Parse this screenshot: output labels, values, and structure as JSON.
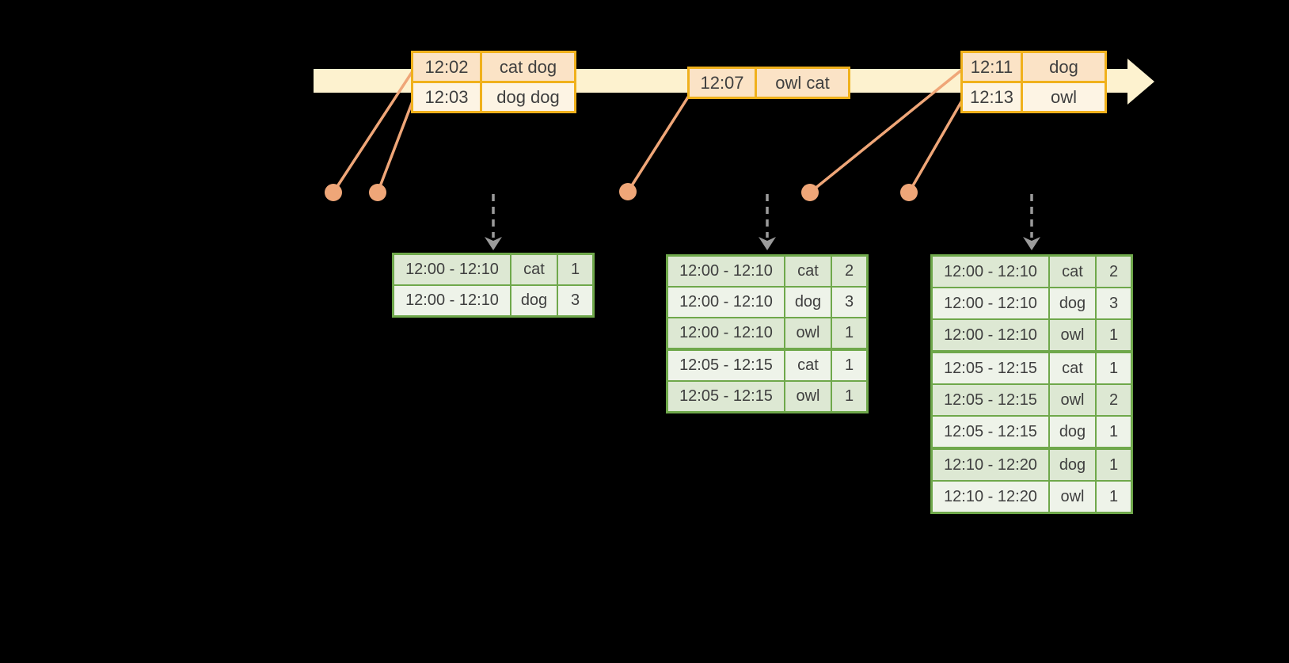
{
  "palette": {
    "bg": "#000000",
    "band": "#fdf2cf",
    "gold": "#f0b11c",
    "peach": "#fbe3c6",
    "cream": "#fdf4e4",
    "salmon": "#efa678",
    "green": "#6fa84b",
    "gdark": "#dde8d3",
    "glight": "#eef3e9",
    "gray": "#9b9b9b",
    "ink": "#3f3f3f"
  },
  "icons": {
    "timeline_arrow": "right-arrow-band",
    "event_dot": "circle-marker",
    "trigger_arrow": "dashed-down-arrow"
  },
  "event_tables": [
    {
      "rows": [
        {
          "time": "12:02",
          "words": "cat dog"
        },
        {
          "time": "12:03",
          "words": "dog dog"
        }
      ]
    },
    {
      "rows": [
        {
          "time": "12:07",
          "words": "owl cat"
        }
      ]
    },
    {
      "rows": [
        {
          "time": "12:11",
          "words": "dog"
        },
        {
          "time": "12:13",
          "words": "owl"
        }
      ]
    }
  ],
  "result_tables": [
    {
      "rows": [
        {
          "window": "12:00 - 12:10",
          "word": "cat",
          "count": "1"
        },
        {
          "window": "12:00 - 12:10",
          "word": "dog",
          "count": "3"
        }
      ]
    },
    {
      "rows": [
        {
          "window": "12:00 - 12:10",
          "word": "cat",
          "count": "2"
        },
        {
          "window": "12:00 - 12:10",
          "word": "dog",
          "count": "3"
        },
        {
          "window": "12:00 - 12:10",
          "word": "owl",
          "count": "1"
        },
        {
          "window": "12:05 - 12:15",
          "word": "cat",
          "count": "1"
        },
        {
          "window": "12:05 - 12:15",
          "word": "owl",
          "count": "1"
        }
      ]
    },
    {
      "rows": [
        {
          "window": "12:00 - 12:10",
          "word": "cat",
          "count": "2"
        },
        {
          "window": "12:00 - 12:10",
          "word": "dog",
          "count": "3"
        },
        {
          "window": "12:00 - 12:10",
          "word": "owl",
          "count": "1"
        },
        {
          "window": "12:05 - 12:15",
          "word": "cat",
          "count": "1"
        },
        {
          "window": "12:05 - 12:15",
          "word": "owl",
          "count": "2"
        },
        {
          "window": "12:05 - 12:15",
          "word": "dog",
          "count": "1"
        },
        {
          "window": "12:10 - 12:20",
          "word": "dog",
          "count": "1"
        },
        {
          "window": "12:10 - 12:20",
          "word": "owl",
          "count": "1"
        }
      ]
    }
  ]
}
